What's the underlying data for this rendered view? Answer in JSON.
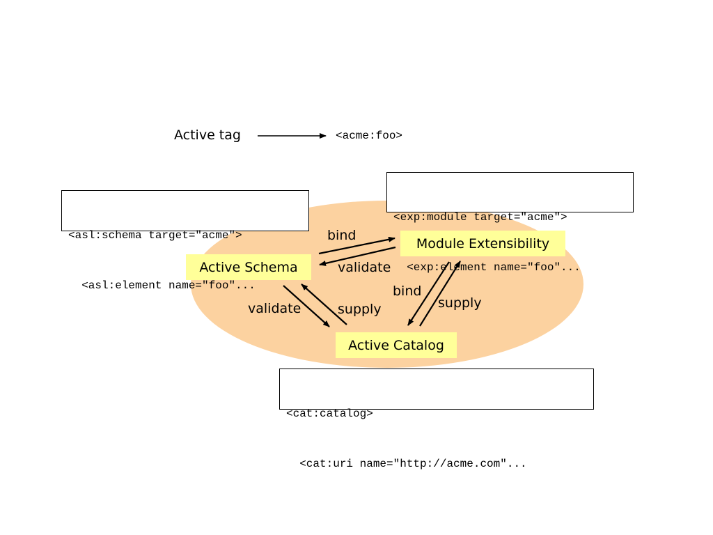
{
  "header": {
    "active_tag_label": "Active tag",
    "tag_example": "<acme:foo>"
  },
  "nodes": {
    "active_schema": "Active Schema",
    "module_extensibility": "Module Extensibility",
    "active_catalog": "Active Catalog"
  },
  "edges": {
    "schema_to_module": "bind",
    "module_to_schema": "validate",
    "schema_to_catalog": "validate",
    "catalog_to_schema": "supply",
    "module_to_catalog": "bind",
    "catalog_to_module": "supply"
  },
  "code_boxes": {
    "schema": {
      "line1": "<asl:schema target=\"acme\">",
      "line2": "  <asl:element name=\"foo\"..."
    },
    "module": {
      "line1": "<exp:module target=\"acme\">",
      "line2": "  <exp:element name=\"foo\"..."
    },
    "catalog": {
      "line1": "<cat:catalog>",
      "line2": "  <cat:uri name=\"http://acme.com\"..."
    }
  },
  "colors": {
    "ellipse_fill": "#fcd2a0",
    "node_fill": "#ffff99",
    "arrow": "#000000"
  }
}
